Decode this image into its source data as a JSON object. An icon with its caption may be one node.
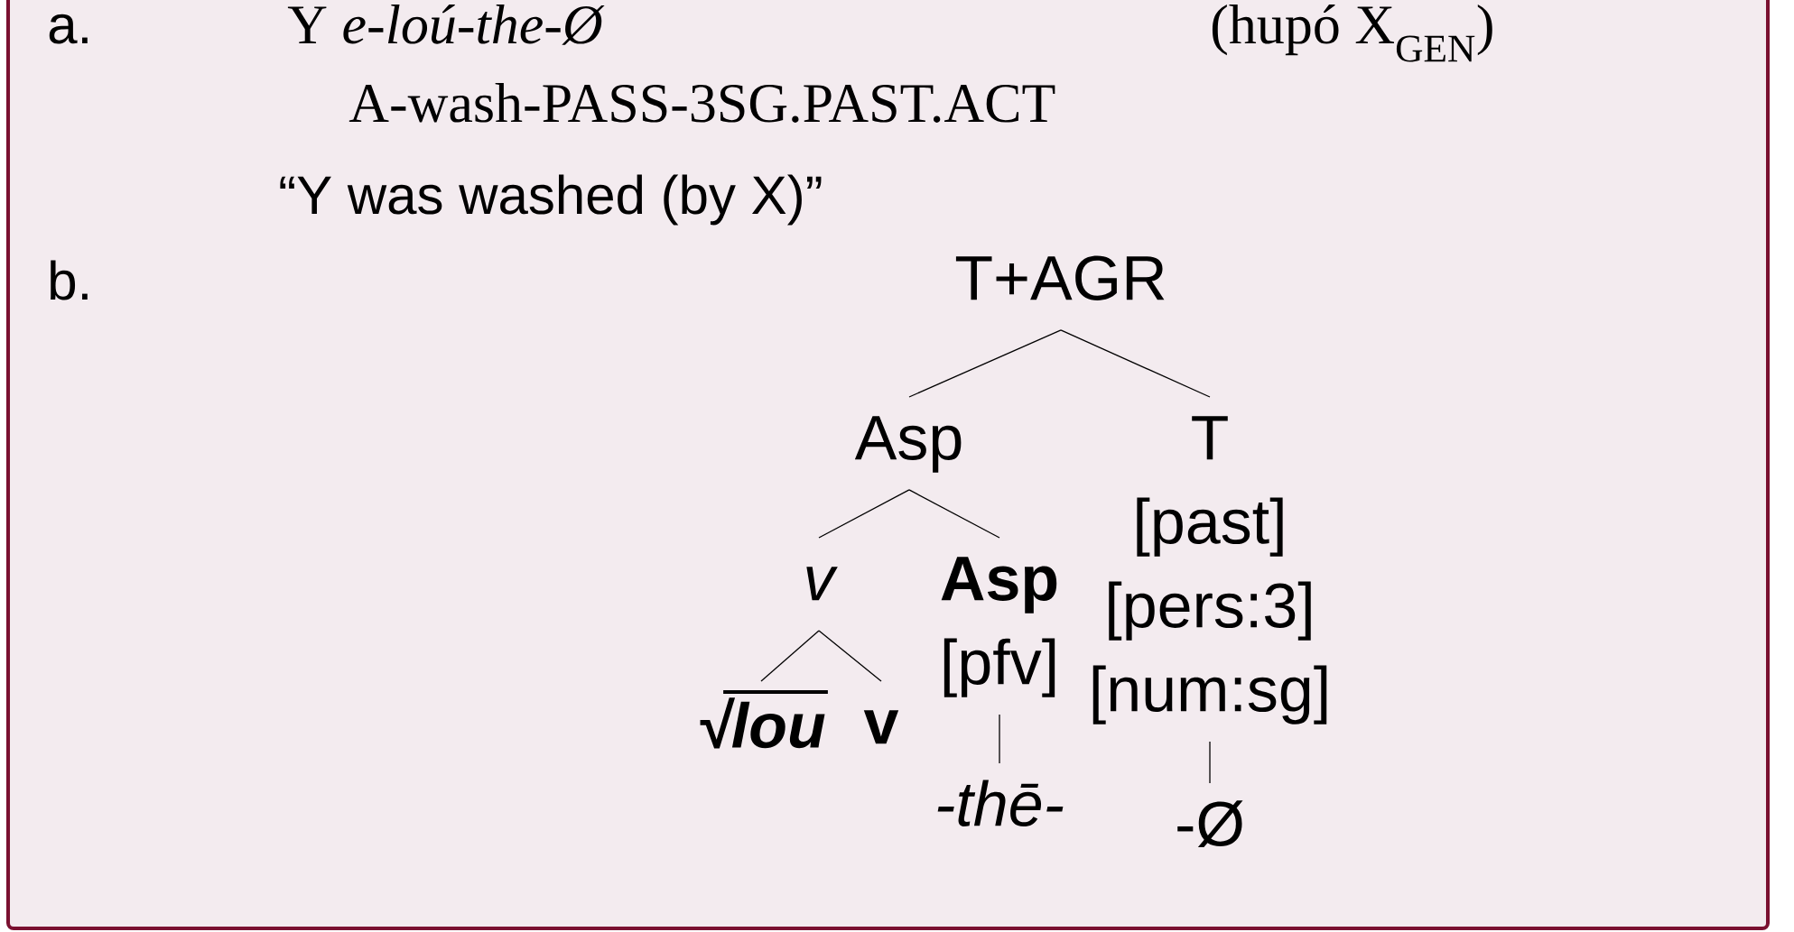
{
  "diagram": {
    "nodes": [
      {
        "text": [
          "T+AGR"
        ]
      },
      {
        "text": [
          "Asp"
        ]
      },
      {
        "text": [
          "T",
          "[past]",
          "[pers:3]",
          "[num:sg]"
        ]
      },
      {
        "text": [
          "v"
        ]
      },
      {
        "text": [
          "Asp",
          "[pfv]"
        ]
      },
      {
        "text": [
          "√lou"
        ]
      },
      {
        "text": [
          "v"
        ]
      },
      {
        "text": [
          "-thē-"
        ]
      },
      {
        "text": [
          "-Ø"
        ]
      }
    ],
    "edges": [
      {
        "from": 0,
        "to": 1,
        "arrow": "none"
      },
      {
        "from": 0,
        "to": 2,
        "arrow": "none"
      },
      {
        "from": 1,
        "to": 3,
        "arrow": "none"
      },
      {
        "from": 1,
        "to": 4,
        "arrow": "none"
      },
      {
        "from": 3,
        "to": 5,
        "arrow": "none"
      },
      {
        "from": 3,
        "to": 6,
        "arrow": "none"
      },
      {
        "from": 4,
        "to": 7,
        "arrow": "none"
      },
      {
        "from": 2,
        "to": 8,
        "arrow": "none"
      }
    ],
    "labels": [
      "a.",
      "Y *e-loú-the-Ø*",
      "(hupó X$_{GEN}$)",
      "A-wash-PASS-3SG.PAST.ACT",
      "“Y was washed (by X)”",
      "b."
    ]
  }
}
